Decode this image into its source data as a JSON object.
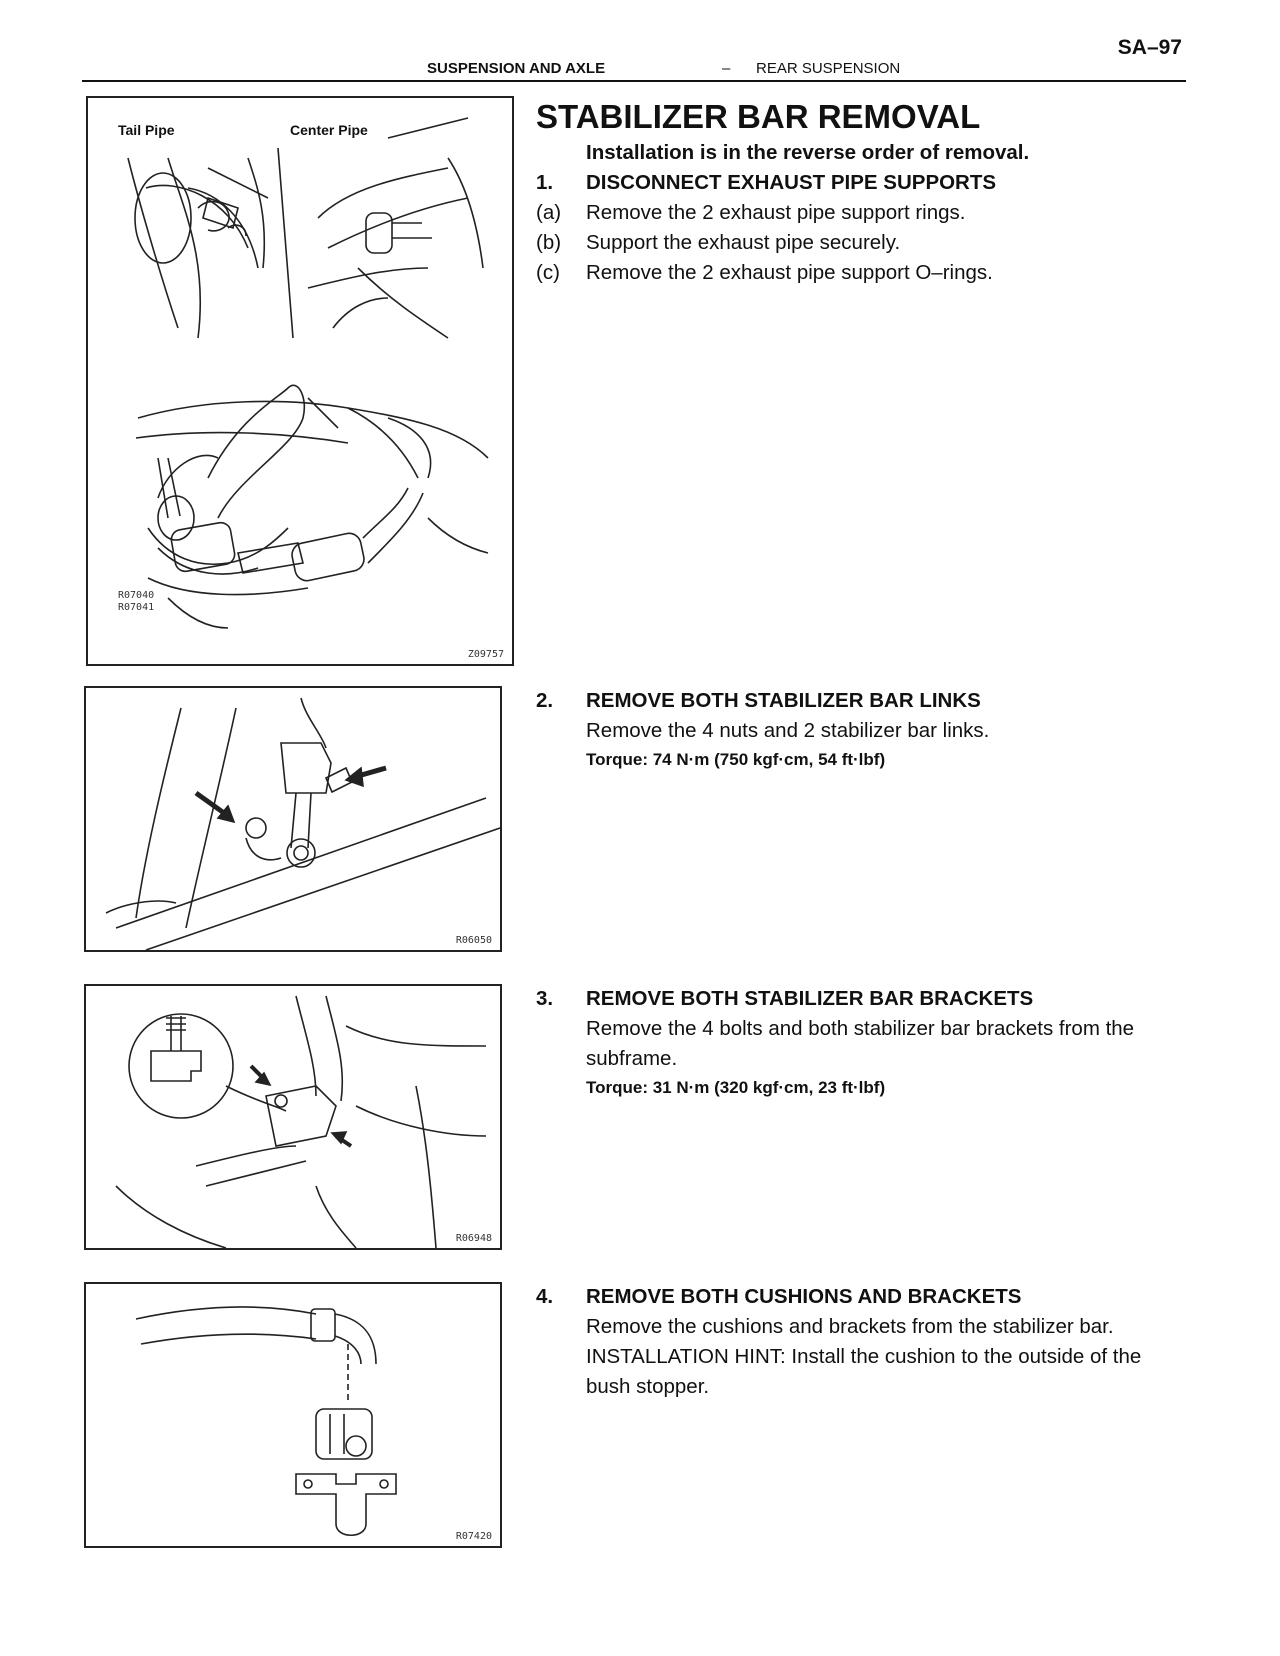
{
  "header": {
    "page_number": "SA–97",
    "section": "SUSPENSION AND AXLE",
    "dash": "–",
    "subsection": "REAR SUSPENSION"
  },
  "title": "STABILIZER BAR REMOVAL",
  "intro": "Installation is in the reverse order of removal.",
  "step1": {
    "num": "1.",
    "heading": "DISCONNECT EXHAUST PIPE SUPPORTS",
    "substeps": [
      {
        "label": "(a)",
        "text": "Remove the 2 exhaust pipe support rings."
      },
      {
        "label": "(b)",
        "text": "Support the exhaust pipe securely."
      },
      {
        "label": "(c)",
        "text": "Remove the 2 exhaust pipe support O–rings."
      }
    ]
  },
  "step2": {
    "num": "2.",
    "heading": "REMOVE BOTH STABILIZER BAR LINKS",
    "body": "Remove the 4 nuts and 2 stabilizer bar links.",
    "torque": "Torque: 74 N·m (750 kgf·cm, 54 ft·lbf)"
  },
  "step3": {
    "num": "3.",
    "heading": "REMOVE BOTH STABILIZER BAR BRACKETS",
    "body": "Remove the 4 bolts and both stabilizer bar brackets from the subframe.",
    "torque": "Torque: 31 N·m (320 kgf·cm, 23 ft·lbf)"
  },
  "step4": {
    "num": "4.",
    "heading": "REMOVE BOTH CUSHIONS AND BRACKETS",
    "body": "Remove the cushions and brackets from the stabilizer bar.",
    "hint": "INSTALLATION HINT: Install the cushion to the outside of the bush stopper."
  },
  "figures": {
    "fig1": {
      "label_left": "Tail Pipe",
      "label_right": "Center Pipe",
      "codes": [
        "R07040",
        "R07041"
      ],
      "id": "Z09757"
    },
    "fig2": {
      "id": "R06050"
    },
    "fig3": {
      "id": "R06948"
    },
    "fig4": {
      "id": "R07420"
    }
  }
}
